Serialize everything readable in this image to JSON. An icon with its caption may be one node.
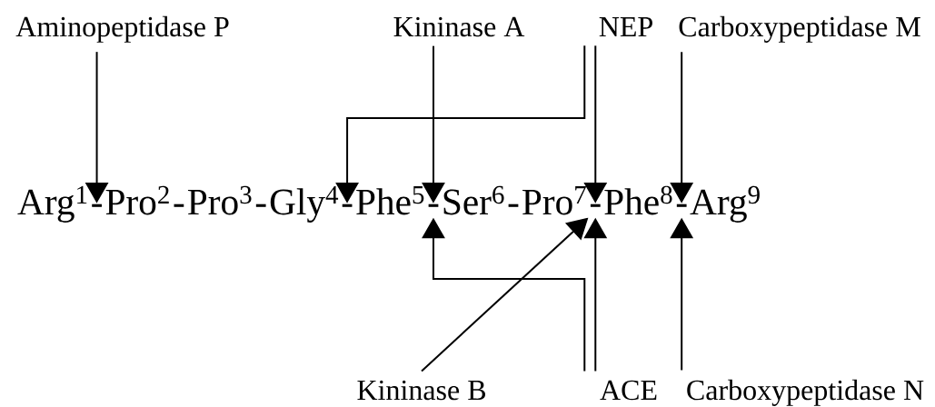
{
  "diagram": {
    "nodes": [
      {
        "text": [
          "Aminopeptidase P"
        ]
      },
      {
        "text": [
          "Kininase A"
        ]
      },
      {
        "text": [
          "NEP"
        ]
      },
      {
        "text": [
          "Carboxypeptidase M"
        ]
      },
      {
        "text": [
          "Arg$^{1}$"
        ]
      },
      {
        "text": [
          "-"
        ]
      },
      {
        "text": [
          "Pro$^{2}$"
        ]
      },
      {
        "text": [
          "-"
        ]
      },
      {
        "text": [
          "Pro$^{3}$"
        ]
      },
      {
        "text": [
          "-"
        ]
      },
      {
        "text": [
          "Gly$^{4}$"
        ]
      },
      {
        "text": [
          "-"
        ]
      },
      {
        "text": [
          "Phe$^{5}$"
        ]
      },
      {
        "text": [
          "-"
        ]
      },
      {
        "text": [
          "Ser$^{6}$"
        ]
      },
      {
        "text": [
          "-"
        ]
      },
      {
        "text": [
          "Pro$^{7}$"
        ]
      },
      {
        "text": [
          "-"
        ]
      },
      {
        "text": [
          "Phe$^{8}$"
        ]
      },
      {
        "text": [
          "-"
        ]
      },
      {
        "text": [
          "Arg$^{9}$"
        ]
      },
      {
        "text": [
          "Kininase B"
        ]
      },
      {
        "text": [
          "ACE"
        ]
      },
      {
        "text": [
          "Carboxypeptidase N"
        ]
      }
    ],
    "edges": [
      {
        "from": 0,
        "to": 5,
        "arrow": "to"
      },
      {
        "from": 1,
        "to": 13,
        "arrow": "to"
      },
      {
        "from": 2,
        "to": 11,
        "arrow": "to"
      },
      {
        "from": 2,
        "to": 17,
        "arrow": "to"
      },
      {
        "from": 3,
        "to": 19,
        "arrow": "to"
      },
      {
        "from": 21,
        "to": 17,
        "arrow": "to"
      },
      {
        "from": 22,
        "to": 13,
        "arrow": "to"
      },
      {
        "from": 22,
        "to": 17,
        "arrow": "to"
      },
      {
        "from": 23,
        "to": 19,
        "arrow": "to"
      }
    ]
  }
}
